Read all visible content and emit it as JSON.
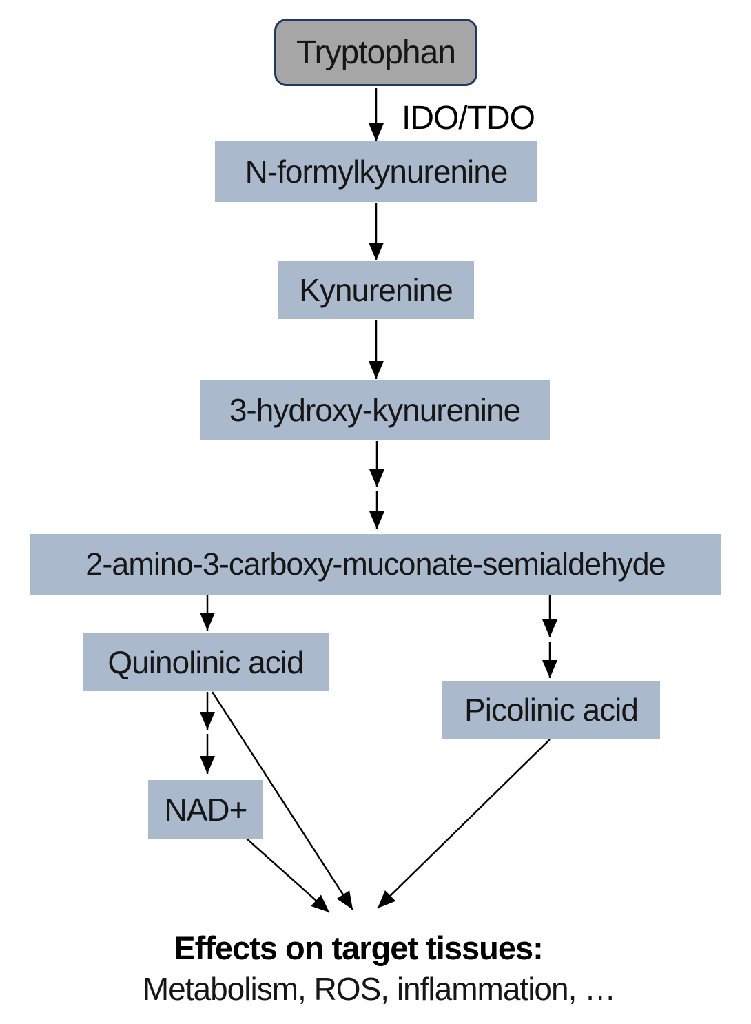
{
  "diagram": {
    "nodes": {
      "tryptophan": "Tryptophan",
      "n_formylkynurenine": "N-formylkynurenine",
      "kynurenine": "Kynurenine",
      "hydroxy_kynurenine": "3-hydroxy-kynurenine",
      "acms": "2-amino-3-carboxy-muconate-semialdehyde",
      "quinolinic_acid": "Quinolinic acid",
      "picolinic_acid": "Picolinic acid",
      "nad": "NAD+"
    },
    "edge_labels": {
      "ido_tdo": "IDO/TDO"
    },
    "effects": {
      "heading": "Effects on target tissues:",
      "detail": "Metabolism, ROS, inflammation, …"
    },
    "colors": {
      "node_fill": "#abb9cd",
      "tryptophan_fill": "#a6a6a6",
      "tryptophan_border": "#1f3864",
      "arrow": "#000000",
      "text": "#161616"
    }
  }
}
